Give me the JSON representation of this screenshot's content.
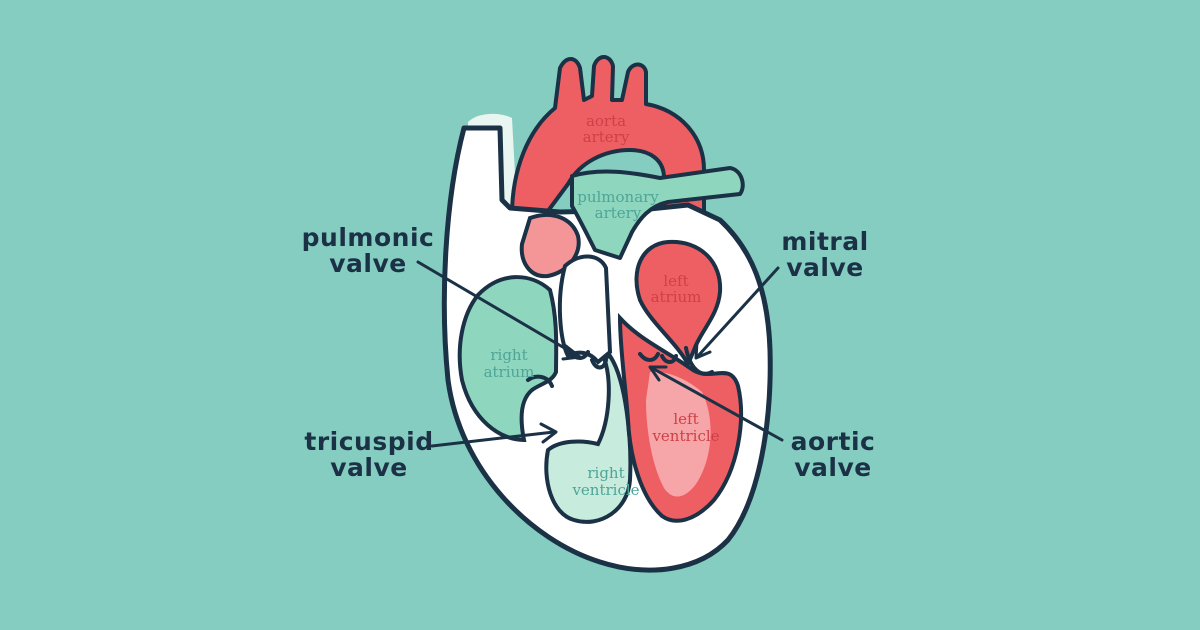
{
  "colors": {
    "background": "#86cdc1",
    "outline": "#1b3146",
    "wall": "#ffffff",
    "oxygenated": "#ee5f64",
    "oxygenated_light": "#f6a6a8",
    "deoxygenated": "#8fd6be",
    "deoxygenated_light": "#c7ebdd",
    "teal_text": "#4ea597",
    "red_text": "#cf3f47",
    "dark_text": "#1b3146"
  },
  "labels": {
    "aorta_line1": "aorta",
    "aorta_line2": "artery",
    "pulmonary_line1": "pulmonary",
    "pulmonary_line2": "artery",
    "left_atrium_line1": "left",
    "left_atrium_line2": "atrium",
    "right_atrium_line1": "right",
    "right_atrium_line2": "atrium",
    "left_ventricle_line1": "left",
    "left_ventricle_line2": "ventricle",
    "right_ventricle_line1": "right",
    "right_ventricle_line2": "ventricle"
  },
  "callouts": {
    "pulmonic_line1": "pulmonic",
    "pulmonic_line2": "valve",
    "mitral_line1": "mitral",
    "mitral_line2": "valve",
    "tricuspid_line1": "tricuspid",
    "tricuspid_line2": "valve",
    "aortic_line1": "aortic",
    "aortic_line2": "valve"
  }
}
